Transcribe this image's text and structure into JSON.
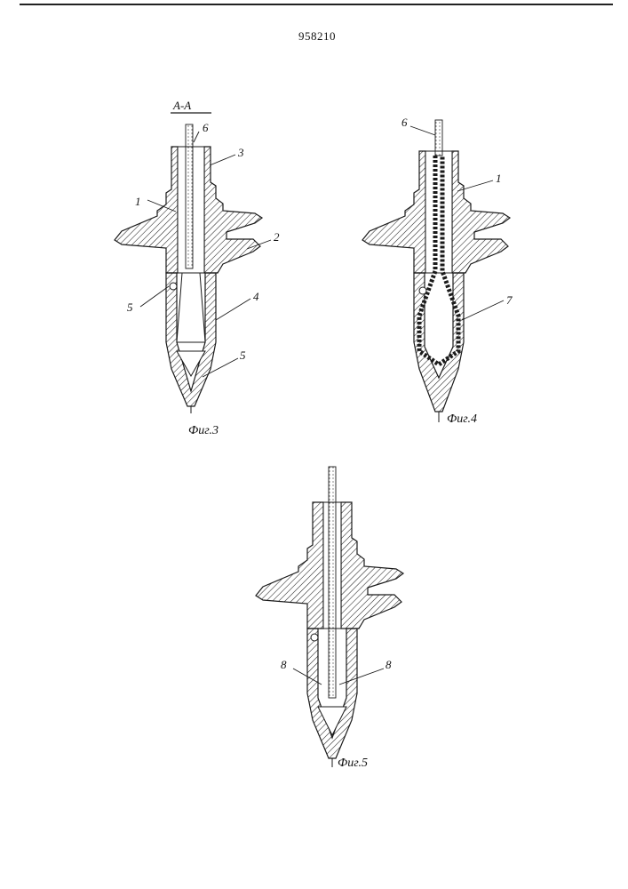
{
  "patent_number": "958210",
  "figures": [
    {
      "caption": "Фиг.3",
      "section_label": "А-А",
      "callouts": [
        "6",
        "3",
        "1",
        "2",
        "5",
        "4",
        "5"
      ]
    },
    {
      "caption": "Фиг.4",
      "callouts": [
        "6",
        "1",
        "7"
      ]
    },
    {
      "caption": "Фиг.5",
      "callouts": [
        "8",
        "8"
      ]
    }
  ],
  "colors": {
    "ink": "#1a1a1a",
    "paper": "#ffffff",
    "hatch": "#222222"
  }
}
